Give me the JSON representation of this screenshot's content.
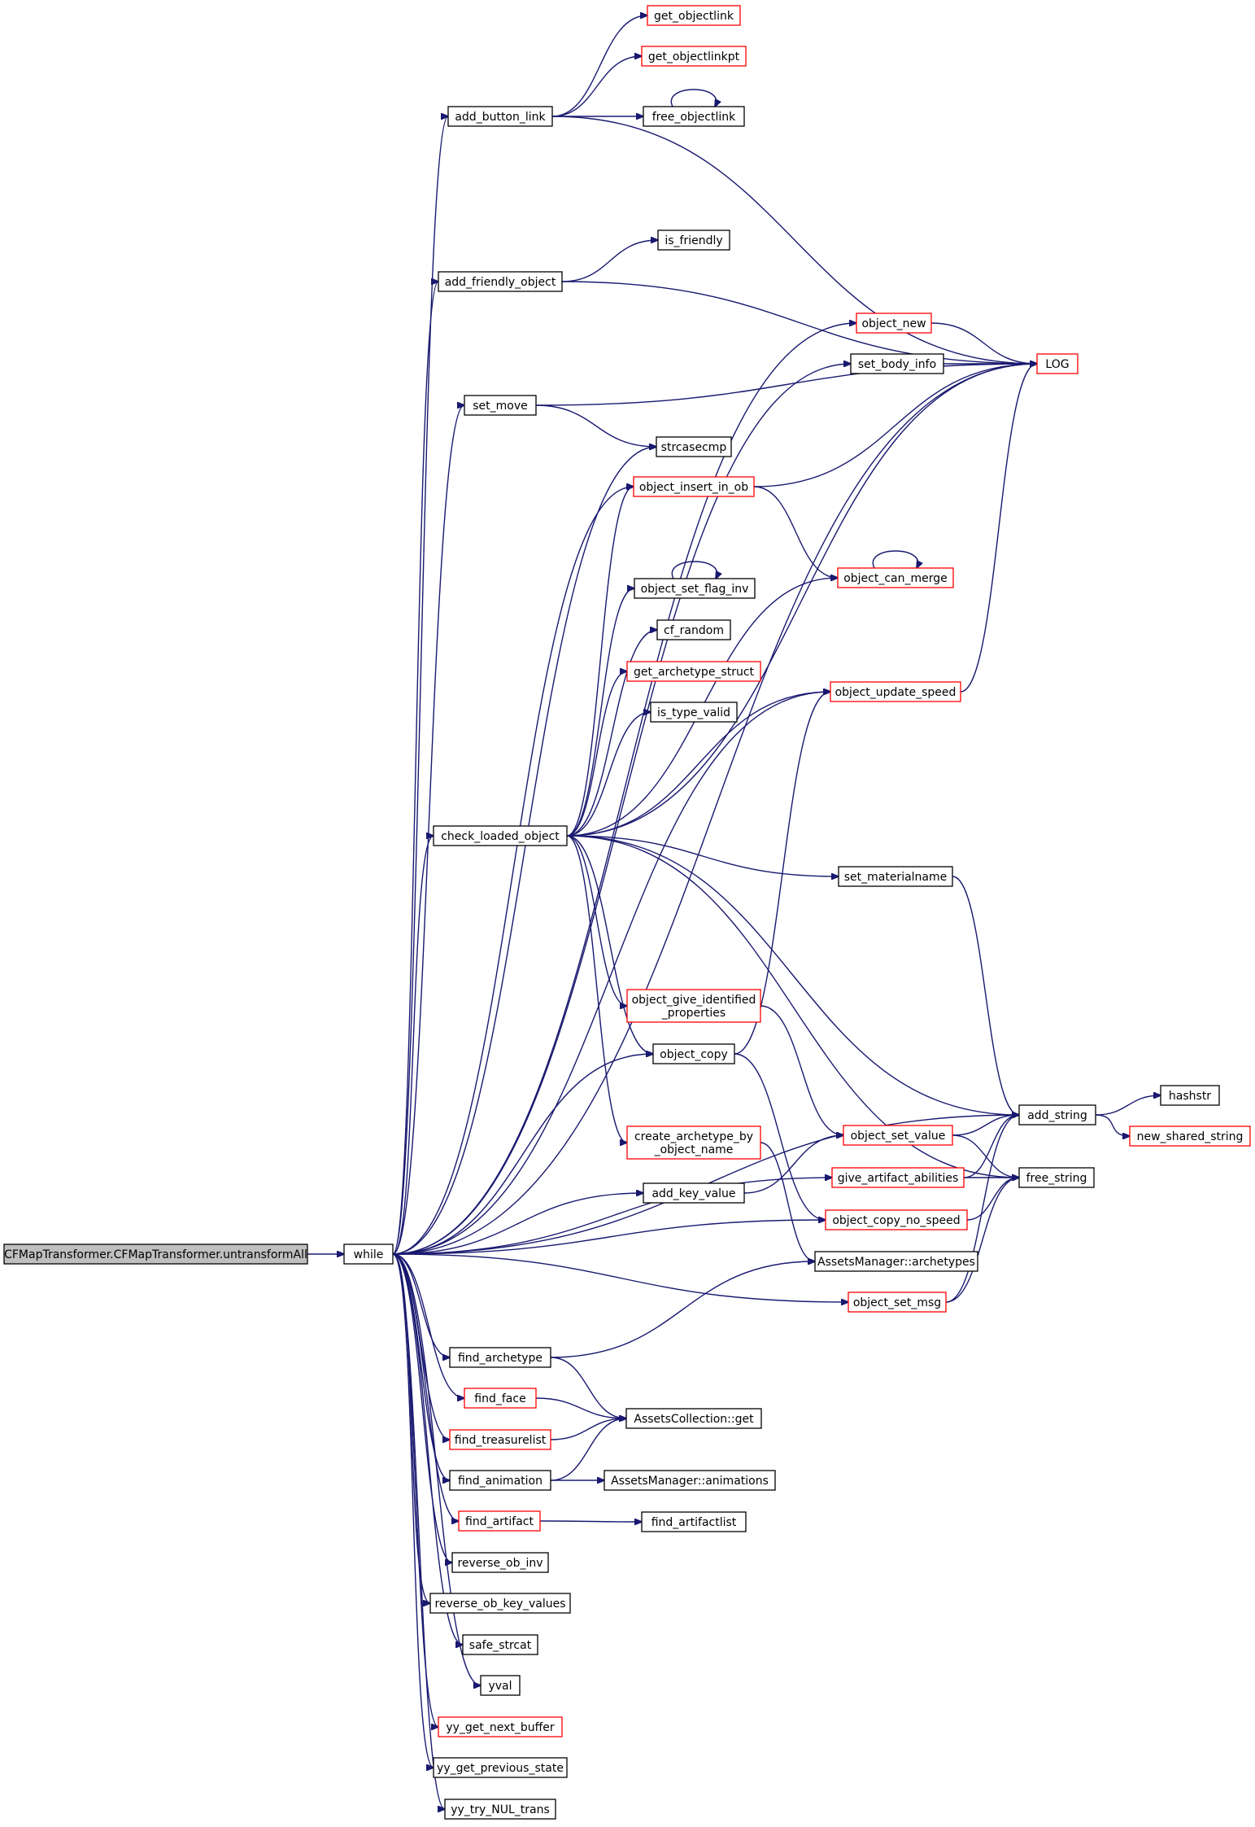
{
  "colors": {
    "edge": "#191970",
    "node_border": "#000000",
    "node_border_truncated": "#ff0000",
    "root_fill": "#bfbfbf",
    "node_fill": "#ffffff",
    "text": "#000000"
  },
  "nodes": {
    "cfmap": {
      "label": [
        "CFMapTransformer.CFMapTransformer.untransformAll"
      ],
      "truncated": false,
      "root": true
    },
    "while": {
      "label": [
        "while"
      ],
      "truncated": false
    },
    "add_button_link": {
      "label": [
        "add_button_link"
      ],
      "truncated": false
    },
    "get_objectlink": {
      "label": [
        "get_objectlink"
      ],
      "truncated": true
    },
    "get_objectlinkpt": {
      "label": [
        "get_objectlinkpt"
      ],
      "truncated": true
    },
    "free_objectlink": {
      "label": [
        "free_objectlink"
      ],
      "truncated": false
    },
    "add_friendly_object": {
      "label": [
        "add_friendly_object"
      ],
      "truncated": false
    },
    "is_friendly": {
      "label": [
        "is_friendly"
      ],
      "truncated": false
    },
    "object_new": {
      "label": [
        "object_new"
      ],
      "truncated": true
    },
    "set_body_info": {
      "label": [
        "set_body_info"
      ],
      "truncated": false
    },
    "LOG": {
      "label": [
        "LOG"
      ],
      "truncated": true
    },
    "set_move": {
      "label": [
        "set_move"
      ],
      "truncated": false
    },
    "strcasecmp": {
      "label": [
        "strcasecmp"
      ],
      "truncated": false
    },
    "object_insert_in_ob": {
      "label": [
        "object_insert_in_ob"
      ],
      "truncated": true
    },
    "object_can_merge": {
      "label": [
        "object_can_merge"
      ],
      "truncated": true
    },
    "object_set_flag_inv": {
      "label": [
        "object_set_flag_inv"
      ],
      "truncated": false
    },
    "cf_random": {
      "label": [
        "cf_random"
      ],
      "truncated": false
    },
    "get_archetype_struct": {
      "label": [
        "get_archetype_struct"
      ],
      "truncated": true
    },
    "is_type_valid": {
      "label": [
        "is_type_valid"
      ],
      "truncated": false
    },
    "object_update_speed": {
      "label": [
        "object_update_speed"
      ],
      "truncated": true
    },
    "check_loaded_object": {
      "label": [
        "check_loaded_object"
      ],
      "truncated": false
    },
    "set_materialname": {
      "label": [
        "set_materialname"
      ],
      "truncated": false
    },
    "object_give_identified_properties": {
      "label": [
        "object_give_identified",
        "_properties"
      ],
      "truncated": true
    },
    "object_copy": {
      "label": [
        "object_copy"
      ],
      "truncated": false
    },
    "hashstr": {
      "label": [
        "hashstr"
      ],
      "truncated": false
    },
    "add_string": {
      "label": [
        "add_string"
      ],
      "truncated": false
    },
    "new_shared_string": {
      "label": [
        "new_shared_string"
      ],
      "truncated": true
    },
    "create_archetype_by_object_name": {
      "label": [
        "create_archetype_by",
        "_object_name"
      ],
      "truncated": true
    },
    "object_set_value": {
      "label": [
        "object_set_value"
      ],
      "truncated": true
    },
    "give_artifact_abilities": {
      "label": [
        "give_artifact_abilities"
      ],
      "truncated": true
    },
    "free_string": {
      "label": [
        "free_string"
      ],
      "truncated": false
    },
    "add_key_value": {
      "label": [
        "add_key_value"
      ],
      "truncated": false
    },
    "object_copy_no_speed": {
      "label": [
        "object_copy_no_speed"
      ],
      "truncated": true
    },
    "assets_archetypes": {
      "label": [
        "AssetsManager::archetypes"
      ],
      "truncated": false
    },
    "object_set_msg": {
      "label": [
        "object_set_msg"
      ],
      "truncated": true
    },
    "find_archetype": {
      "label": [
        "find_archetype"
      ],
      "truncated": false
    },
    "find_face": {
      "label": [
        "find_face"
      ],
      "truncated": true
    },
    "assets_collection_get": {
      "label": [
        "AssetsCollection::get"
      ],
      "truncated": false
    },
    "find_treasurelist": {
      "label": [
        "find_treasurelist"
      ],
      "truncated": true
    },
    "find_animation": {
      "label": [
        "find_animation"
      ],
      "truncated": false
    },
    "assets_animations": {
      "label": [
        "AssetsManager::animations"
      ],
      "truncated": false
    },
    "find_artifact": {
      "label": [
        "find_artifact"
      ],
      "truncated": true
    },
    "find_artifactlist": {
      "label": [
        "find_artifactlist"
      ],
      "truncated": false
    },
    "reverse_ob_inv": {
      "label": [
        "reverse_ob_inv"
      ],
      "truncated": false
    },
    "reverse_ob_key_values": {
      "label": [
        "reverse_ob_key_values"
      ],
      "truncated": false
    },
    "safe_strcat": {
      "label": [
        "safe_strcat"
      ],
      "truncated": false
    },
    "yval": {
      "label": [
        "yval"
      ],
      "truncated": false
    },
    "yy_get_next_buffer": {
      "label": [
        "yy_get_next_buffer"
      ],
      "truncated": true
    },
    "yy_get_previous_state": {
      "label": [
        "yy_get_previous_state"
      ],
      "truncated": false
    },
    "yy_try_NUL_trans": {
      "label": [
        "yy_try_NUL_trans"
      ],
      "truncated": false
    }
  },
  "edges": [
    [
      "cfmap",
      "while"
    ],
    [
      "while",
      "add_button_link"
    ],
    [
      "while",
      "LOG"
    ],
    [
      "while",
      "add_friendly_object"
    ],
    [
      "while",
      "object_new"
    ],
    [
      "while",
      "set_body_info"
    ],
    [
      "while",
      "set_move"
    ],
    [
      "while",
      "strcasecmp"
    ],
    [
      "while",
      "object_insert_in_ob"
    ],
    [
      "while",
      "object_update_speed"
    ],
    [
      "while",
      "check_loaded_object"
    ],
    [
      "while",
      "object_copy"
    ],
    [
      "while",
      "add_string"
    ],
    [
      "while",
      "add_key_value"
    ],
    [
      "while",
      "give_artifact_abilities"
    ],
    [
      "while",
      "object_copy_no_speed"
    ],
    [
      "while",
      "object_set_msg"
    ],
    [
      "while",
      "find_archetype"
    ],
    [
      "while",
      "find_face"
    ],
    [
      "while",
      "find_treasurelist"
    ],
    [
      "while",
      "find_animation"
    ],
    [
      "while",
      "find_artifact"
    ],
    [
      "while",
      "reverse_ob_inv"
    ],
    [
      "while",
      "reverse_ob_key_values"
    ],
    [
      "while",
      "safe_strcat"
    ],
    [
      "while",
      "yval"
    ],
    [
      "while",
      "yy_get_next_buffer"
    ],
    [
      "while",
      "yy_get_previous_state"
    ],
    [
      "while",
      "yy_try_NUL_trans"
    ],
    [
      "add_button_link",
      "get_objectlink"
    ],
    [
      "add_button_link",
      "get_objectlinkpt"
    ],
    [
      "add_button_link",
      "free_objectlink"
    ],
    [
      "add_button_link",
      "LOG"
    ],
    [
      "free_objectlink",
      "free_objectlink"
    ],
    [
      "add_friendly_object",
      "is_friendly"
    ],
    [
      "add_friendly_object",
      "LOG"
    ],
    [
      "object_new",
      "LOG"
    ],
    [
      "set_body_info",
      "LOG"
    ],
    [
      "set_move",
      "LOG"
    ],
    [
      "set_move",
      "strcasecmp"
    ],
    [
      "object_insert_in_ob",
      "LOG"
    ],
    [
      "object_insert_in_ob",
      "object_can_merge"
    ],
    [
      "object_can_merge",
      "object_can_merge"
    ],
    [
      "object_set_flag_inv",
      "object_set_flag_inv"
    ],
    [
      "object_update_speed",
      "LOG"
    ],
    [
      "check_loaded_object",
      "object_insert_in_ob"
    ],
    [
      "check_loaded_object",
      "object_set_flag_inv"
    ],
    [
      "check_loaded_object",
      "cf_random"
    ],
    [
      "check_loaded_object",
      "get_archetype_struct"
    ],
    [
      "check_loaded_object",
      "is_type_valid"
    ],
    [
      "check_loaded_object",
      "object_can_merge"
    ],
    [
      "check_loaded_object",
      "object_update_speed"
    ],
    [
      "check_loaded_object",
      "LOG"
    ],
    [
      "check_loaded_object",
      "set_materialname"
    ],
    [
      "check_loaded_object",
      "add_string"
    ],
    [
      "check_loaded_object",
      "object_give_identified_properties"
    ],
    [
      "check_loaded_object",
      "object_copy"
    ],
    [
      "check_loaded_object",
      "create_archetype_by_object_name"
    ],
    [
      "check_loaded_object",
      "free_string"
    ],
    [
      "set_materialname",
      "add_string"
    ],
    [
      "object_give_identified_properties",
      "object_set_value"
    ],
    [
      "object_copy",
      "object_update_speed"
    ],
    [
      "object_copy",
      "object_copy_no_speed"
    ],
    [
      "create_archetype_by_object_name",
      "assets_archetypes"
    ],
    [
      "add_string",
      "hashstr"
    ],
    [
      "add_string",
      "new_shared_string"
    ],
    [
      "object_set_value",
      "add_string"
    ],
    [
      "object_set_value",
      "free_string"
    ],
    [
      "give_artifact_abilities",
      "add_string"
    ],
    [
      "give_artifact_abilities",
      "free_string"
    ],
    [
      "add_key_value",
      "object_set_value"
    ],
    [
      "object_copy_no_speed",
      "free_string"
    ],
    [
      "object_set_msg",
      "add_string"
    ],
    [
      "object_set_msg",
      "free_string"
    ],
    [
      "find_archetype",
      "assets_archetypes"
    ],
    [
      "find_archetype",
      "assets_collection_get"
    ],
    [
      "find_face",
      "assets_collection_get"
    ],
    [
      "find_treasurelist",
      "assets_collection_get"
    ],
    [
      "find_animation",
      "assets_collection_get"
    ],
    [
      "find_animation",
      "assets_animations"
    ],
    [
      "find_artifact",
      "find_artifactlist"
    ]
  ]
}
